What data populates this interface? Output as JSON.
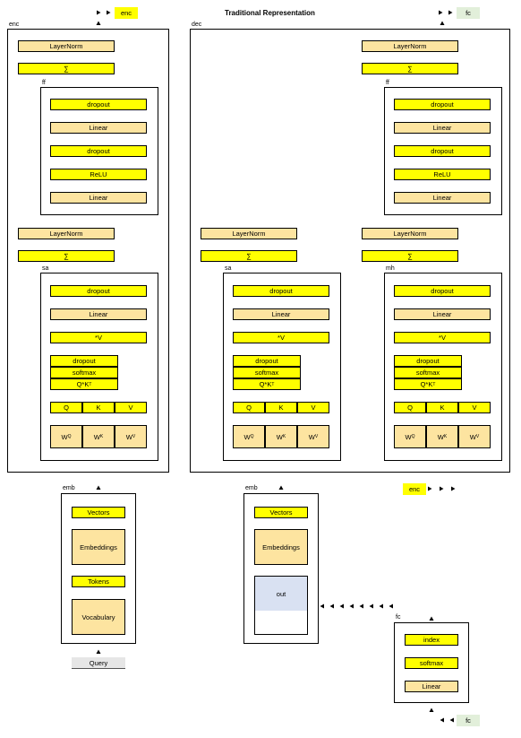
{
  "title": "Traditional Representation",
  "tags": {
    "enc": "enc",
    "fc": "fc"
  },
  "panel_labels": {
    "enc": "enc",
    "dec": "dec",
    "ff": "ff",
    "sa": "sa",
    "mh": "mh",
    "emb": "emb",
    "fc": "fc"
  },
  "blocks": {
    "layernorm": "LayerNorm",
    "sum": "∑",
    "dropout": "dropout",
    "linear": "Linear",
    "relu": "ReLU",
    "times_v": "*V",
    "softmax": "softmax",
    "qk": "Q*K",
    "qk_sup": "T",
    "q": "Q",
    "k": "K",
    "v": "V",
    "w": "W",
    "wq_sub": "Q",
    "wk_sub": "K",
    "wv_sub": "V"
  },
  "emb_blocks": {
    "vectors": "Vectors",
    "embeddings": "Embeddings",
    "tokens": "Tokens",
    "vocabulary": "Vocabulary",
    "query": "Query",
    "out": "out"
  },
  "fc_blocks": {
    "index": "index",
    "softmax": "softmax",
    "linear": "Linear"
  },
  "colors": {
    "highlight": "#ffff00",
    "block_orange": "#fde4a0",
    "query_grey": "#e6e6e6",
    "out_blue": "#d9e1f2",
    "fc_tag_green": "#e2efda"
  }
}
